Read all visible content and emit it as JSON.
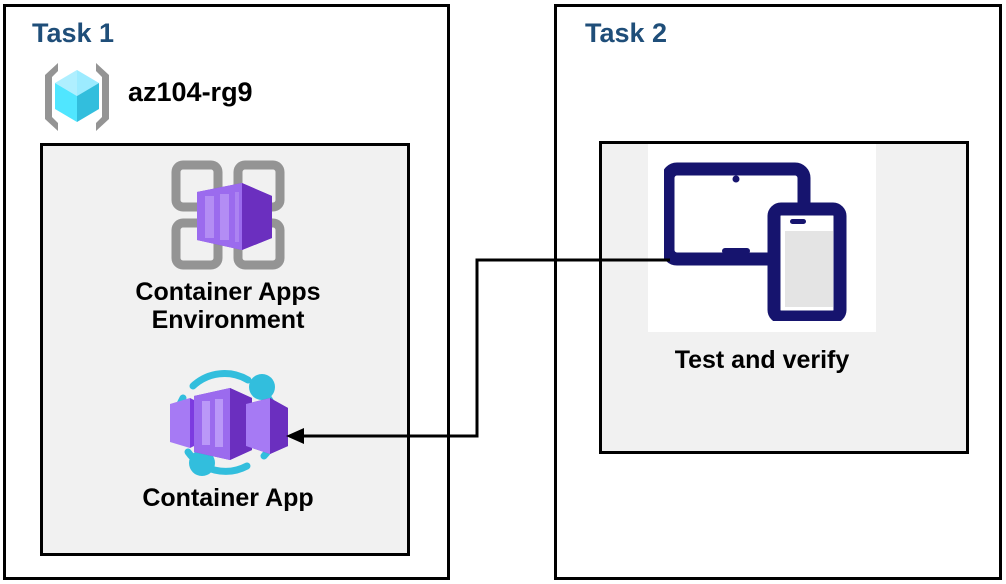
{
  "diagram": {
    "title_color": "#1F4E79",
    "background": "#ffffff",
    "panel_border": "#000000",
    "inner_fill": "#f1f1f1"
  },
  "task1": {
    "title": "Task 1",
    "resource_group": {
      "name": "az104-rg9",
      "icon": "resource-group-icon"
    },
    "nodes": [
      {
        "id": "container-apps-environment",
        "label": "Container Apps\nEnvironment",
        "icon": "container-apps-environment-icon"
      },
      {
        "id": "container-app",
        "label": "Container App",
        "icon": "container-app-icon"
      }
    ]
  },
  "task2": {
    "title": "Task 2",
    "nodes": [
      {
        "id": "test-and-verify",
        "label": "Test and verify",
        "icon": "devices-tablet-phone-icon"
      }
    ]
  },
  "connector": {
    "id": "test-to-container-app-arrow",
    "from": "test-and-verify",
    "to": "container-app",
    "color": "#000000",
    "direction": "left"
  },
  "colors": {
    "azure_cube_light": "#9CEBFF",
    "azure_cube_mid": "#50E6FF",
    "azure_cube_dark": "#32BEDD",
    "bracket_gray": "#949494",
    "purple_light": "#A67AF4",
    "purple_mid": "#8661C5",
    "purple_dark": "#6B2FBF",
    "cyan_orbit": "#32BEDD",
    "navy_device": "#16146E",
    "grid_gray": "#949494"
  }
}
